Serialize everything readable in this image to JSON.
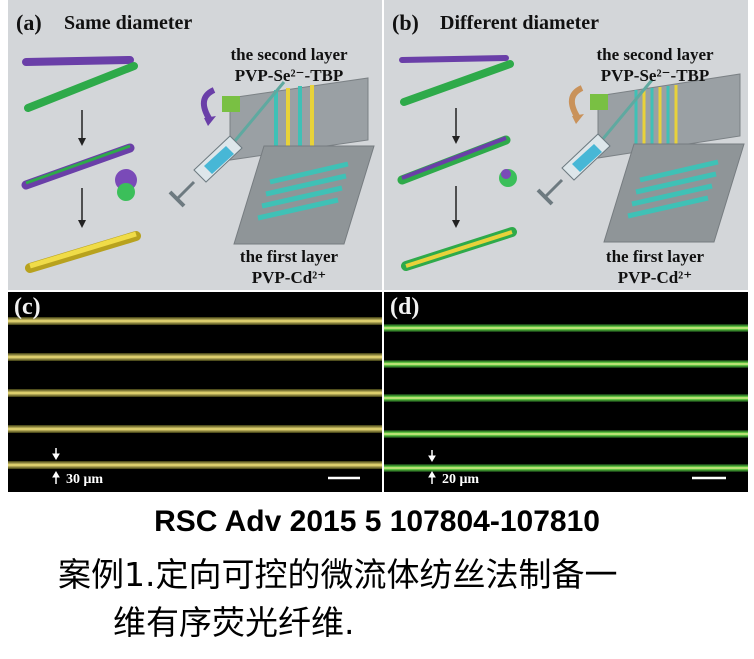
{
  "panel_a": {
    "label": "(a)",
    "title": "Same diameter",
    "second_layer_line1": "the second layer",
    "second_layer_line2": "PVP-Se²⁻-TBP",
    "first_layer_line1": "the first layer",
    "first_layer_line2": "PVP-Cd²⁺"
  },
  "panel_b": {
    "label": "(b)",
    "title": "Different diameter",
    "second_layer_line1": "the second layer",
    "second_layer_line2": "PVP-Se²⁻-TBP",
    "first_layer_line1": "the first layer",
    "first_layer_line2": "PVP-Cd²⁺"
  },
  "panel_c": {
    "label": "(c)",
    "scale": "30 μm"
  },
  "panel_d": {
    "label": "(d)",
    "scale": "20 μm"
  },
  "caption": {
    "citation": "RSC Adv 2015 5 107804-107810",
    "line1": "案例1.定向可控的微流体纺丝法制备一",
    "line2": "维有序荧光纤维."
  },
  "colors": {
    "polymer_purple": "#6a3fa8",
    "polymer_green": "#2eaa4a",
    "fiber_yellow": "#e8d23a",
    "stripe_cyan": "#3fc1b6",
    "schematic_bg": "#d3d6d9"
  }
}
